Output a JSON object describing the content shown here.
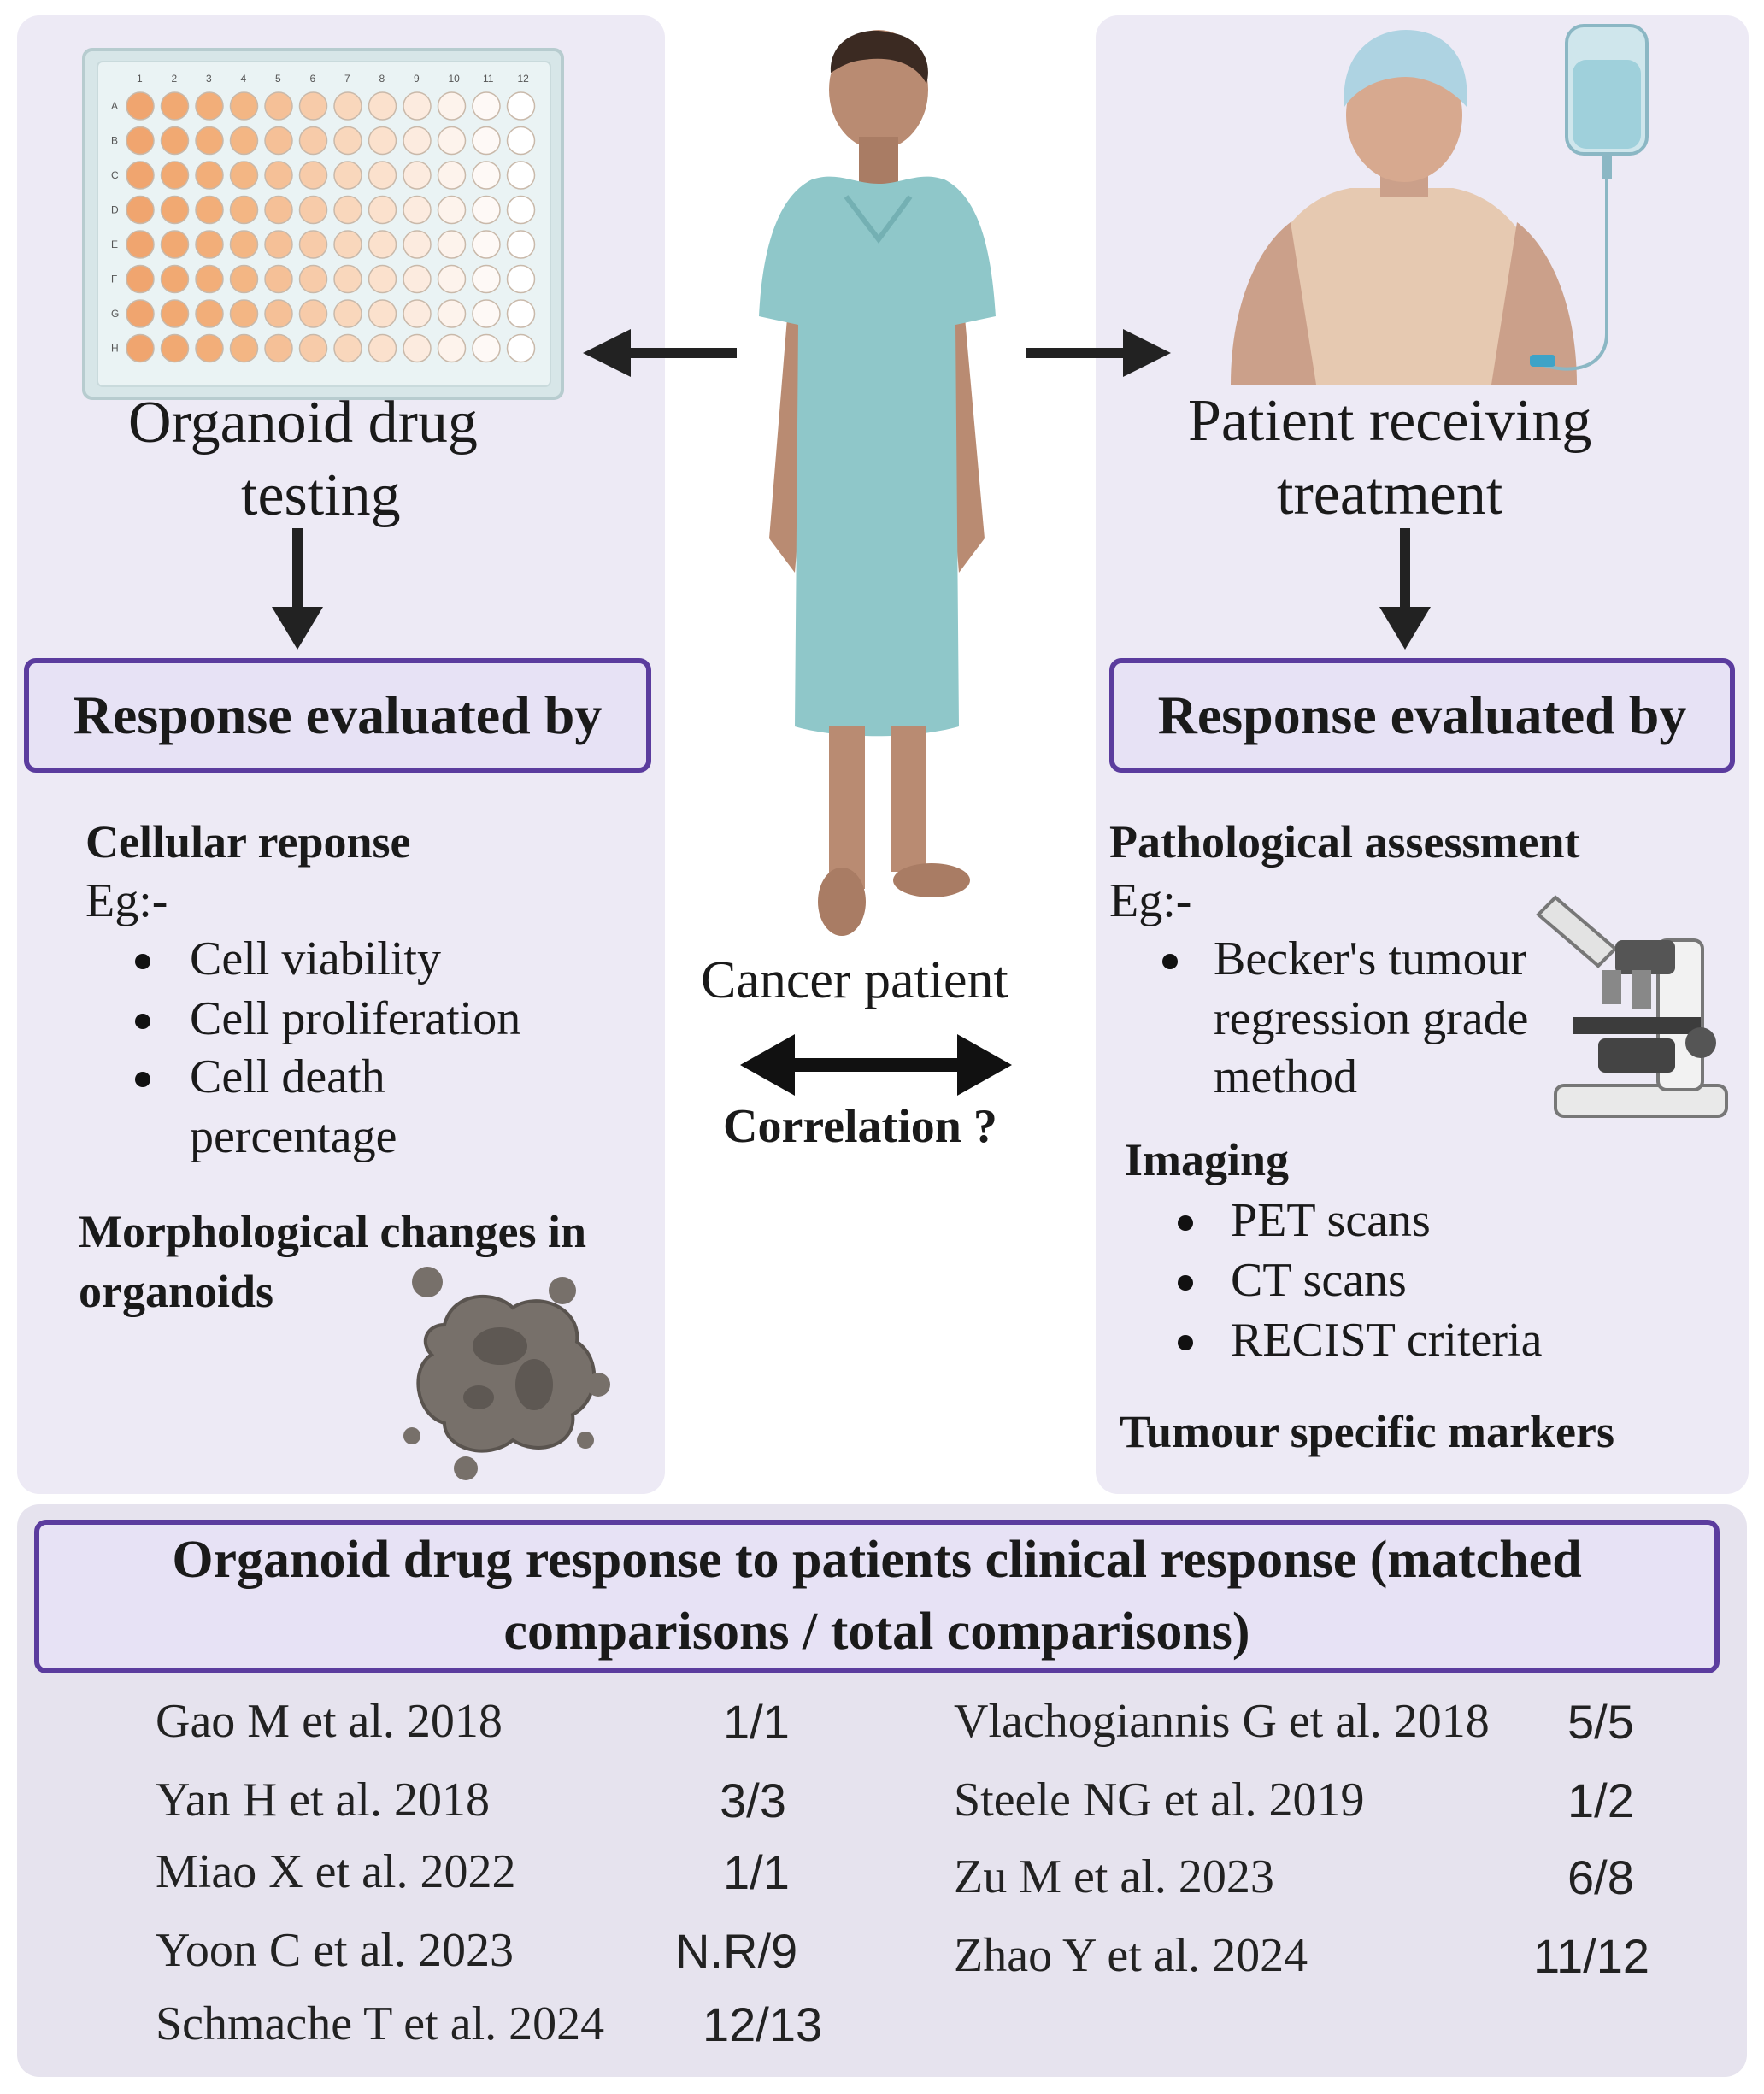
{
  "left": {
    "title_line1": "Organoid drug",
    "title_line2": "testing",
    "box_label": "Response evaluated by",
    "cellular_heading": "Cellular reponse",
    "eg": "Eg:-",
    "bullets": [
      "Cell viability",
      "Cell proliferation",
      "Cell death",
      "percentage"
    ],
    "morph_line1": "Morphological changes in",
    "morph_line2": "organoids",
    "plate_cols": [
      "1",
      "2",
      "3",
      "4",
      "5",
      "6",
      "7",
      "8",
      "9",
      "10",
      "11",
      "12"
    ],
    "plate_rows": [
      "A",
      "B",
      "C",
      "D",
      "E",
      "F",
      "G",
      "H"
    ]
  },
  "center": {
    "patient_label": "Cancer patient",
    "correlation_label": "Correlation ?"
  },
  "right": {
    "title_line1": "Patient receiving",
    "title_line2": "treatment",
    "box_label": "Response evaluated by",
    "path_heading": "Pathological assessment",
    "eg": "Eg:-",
    "path_bullet_lines": [
      "Becker's tumour",
      "regression grade",
      "method"
    ],
    "imaging_heading": "Imaging",
    "imaging_bullets": [
      "PET scans",
      "CT scans",
      "RECIST criteria"
    ],
    "markers_heading": "Tumour specific markers"
  },
  "bottom": {
    "title_line1": "Organoid drug response to patients clinical response (matched",
    "title_line2": "comparisons / total comparisons)",
    "left_refs": [
      {
        "ref": "Gao M  et al. 2018",
        "val": "1/1"
      },
      {
        "ref": "Yan H et al. 2018",
        "val": "3/3"
      },
      {
        "ref": "Miao X et al. 2022",
        "val": "1/1"
      },
      {
        "ref": "Yoon C et al. 2023",
        "val": "N.R/9"
      },
      {
        "ref": "Schmache T et al. 2024",
        "val": "12/13"
      }
    ],
    "right_refs": [
      {
        "ref": "Vlachogiannis G et al. 2018",
        "val": "5/5"
      },
      {
        "ref": "Steele NG et al. 2019",
        "val": "1/2"
      },
      {
        "ref": "Zu M et al. 2023",
        "val": "6/8"
      },
      {
        "ref": "Zhao Y et al. 2024",
        "val": "11/12"
      }
    ]
  },
  "colors": {
    "accent_border": "#5b3c9e",
    "panel_bg": "#edeaf5",
    "gown": "#8fc7c9",
    "well_orange": "#f0a56f"
  }
}
